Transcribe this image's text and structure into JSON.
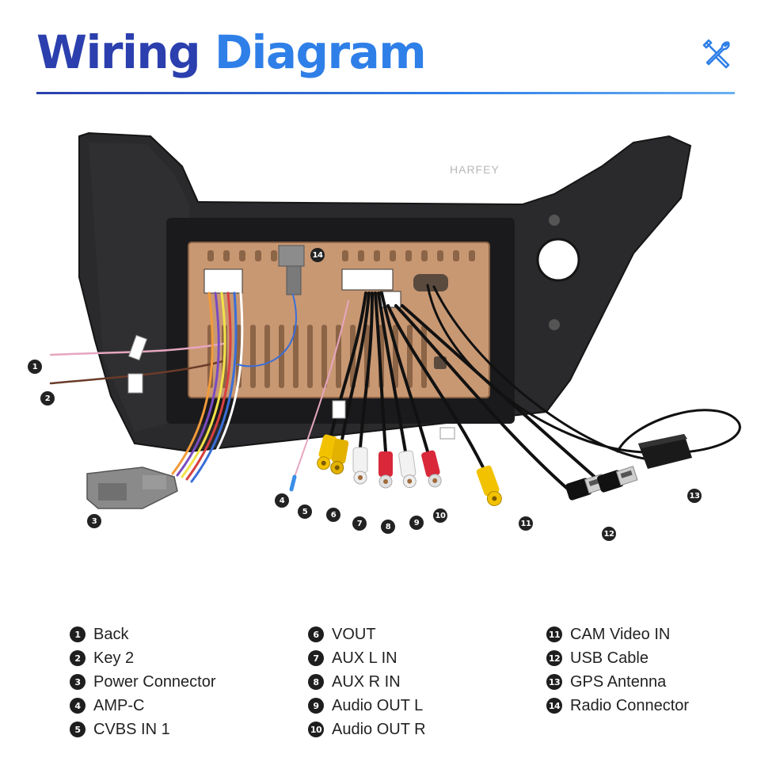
{
  "header": {
    "title_part1": "Wiring",
    "title_part2": "Diagram",
    "icon": "tools-icon"
  },
  "colors": {
    "title_dark_blue": "#2b3fae",
    "title_light_blue": "#2f7fe8",
    "callout_fill": "#222222"
  },
  "figure": {
    "watermark": "HARFEY",
    "callouts": [
      "1",
      "2",
      "3",
      "4",
      "5",
      "6",
      "7",
      "8",
      "9",
      "10",
      "11",
      "12",
      "13",
      "14"
    ]
  },
  "legend": {
    "columns": [
      [
        {
          "num": "1",
          "label": "Back"
        },
        {
          "num": "2",
          "label": "Key 2"
        },
        {
          "num": "3",
          "label": "Power Connector"
        },
        {
          "num": "4",
          "label": "AMP-C"
        },
        {
          "num": "5",
          "label": "CVBS IN 1"
        }
      ],
      [
        {
          "num": "6",
          "label": "VOUT"
        },
        {
          "num": "7",
          "label": "AUX L IN"
        },
        {
          "num": "8",
          "label": "AUX R IN"
        },
        {
          "num": "9",
          "label": "Audio OUT L"
        },
        {
          "num": "10",
          "label": "Audio OUT R"
        }
      ],
      [
        {
          "num": "11",
          "label": "CAM Video IN"
        },
        {
          "num": "12",
          "label": "USB Cable"
        },
        {
          "num": "13",
          "label": "GPS Antenna"
        },
        {
          "num": "14",
          "label": "Radio Connector"
        }
      ]
    ]
  }
}
